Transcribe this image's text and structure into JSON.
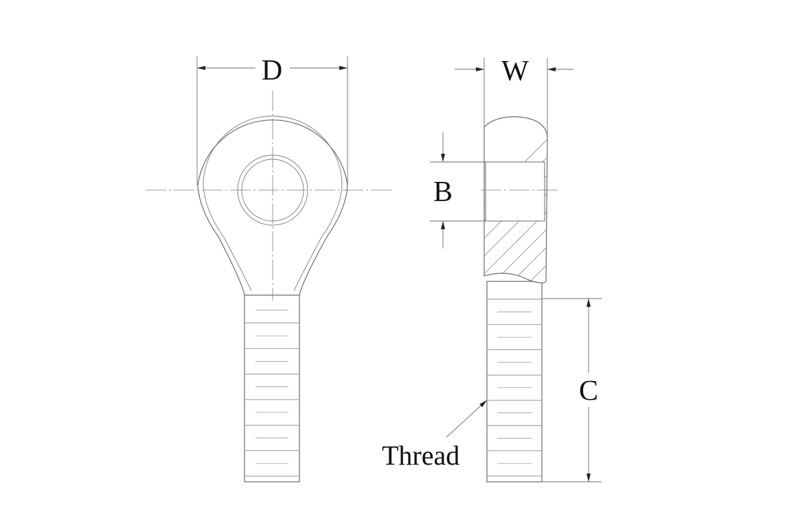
{
  "labels": {
    "D": "D",
    "W": "W",
    "B": "B",
    "C": "C",
    "thread": "Thread"
  },
  "colors": {
    "line": "#6a6a6a",
    "text": "#111111",
    "background": "#ffffff"
  }
}
